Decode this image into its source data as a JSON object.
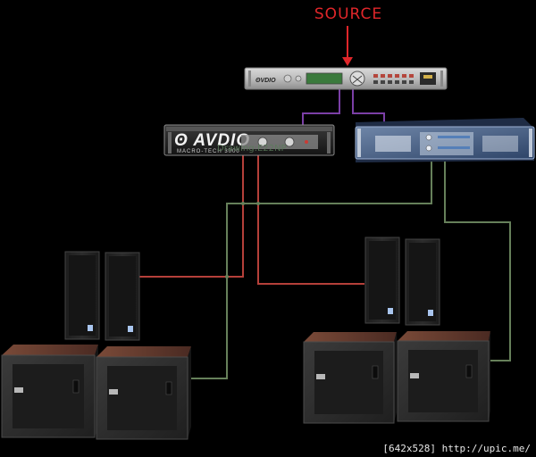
{
  "source_label": "SOURCE",
  "amplifier_1": {
    "brand": "ʘ AVDIO",
    "model": "MACRO-TECH 3000"
  },
  "watermark": "Drawing:E22NP",
  "footer": "[642x528] http://upic.me/",
  "colors": {
    "background": "#000000",
    "source": "#e0262a",
    "signal_link": "#7b3fa6",
    "speaker_wire_red": "#b5403a",
    "speaker_wire_green": "#66805a"
  }
}
